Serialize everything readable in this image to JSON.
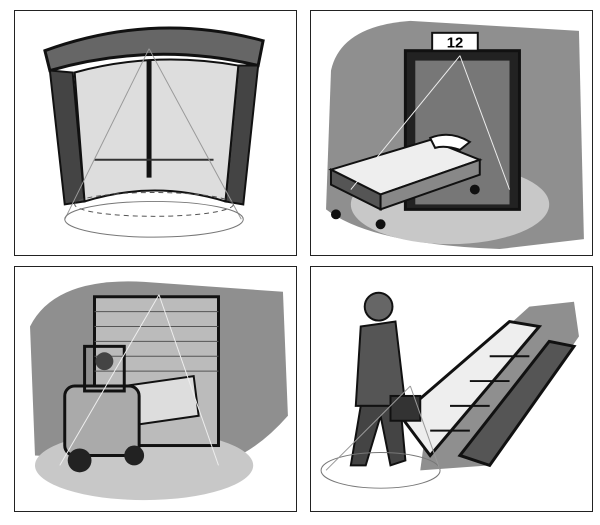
{
  "panels": [
    {
      "id": "revolving-door",
      "icon": "revolving-door-sensor-illustration"
    },
    {
      "id": "hospital-elevator",
      "icon": "elevator-bed-sensor-illustration",
      "floor_number": "12"
    },
    {
      "id": "industrial-door",
      "icon": "forklift-door-sensor-illustration"
    },
    {
      "id": "escalator",
      "icon": "escalator-person-sensor-illustration"
    }
  ],
  "colors": {
    "background_gray": "#8f8f8f",
    "floor_gray": "#c8c8c8",
    "line": "#111111"
  }
}
